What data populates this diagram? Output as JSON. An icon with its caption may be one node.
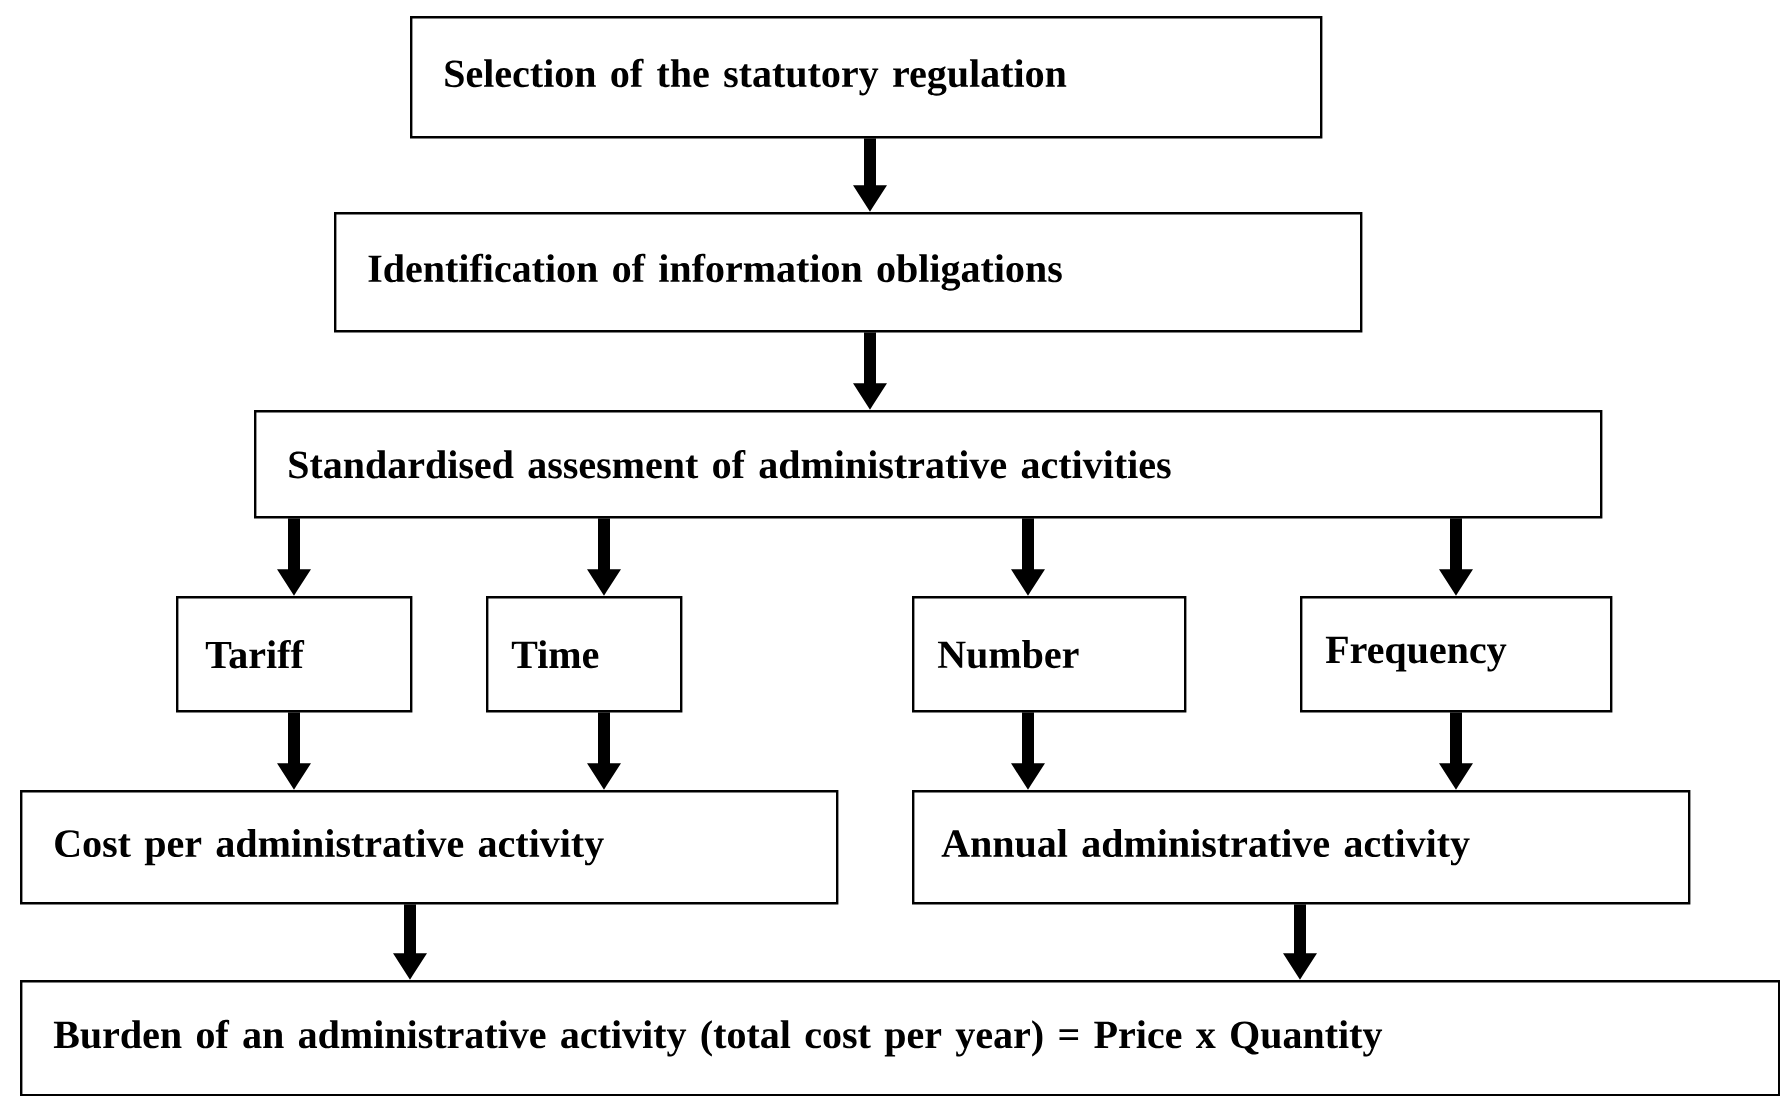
{
  "diagram": {
    "nodes": [
      {
        "text": [
          "Selection of the statutory regulation"
        ]
      },
      {
        "text": [
          "Identification of information obligations"
        ]
      },
      {
        "text": [
          "Standardised assesment of administrative activities"
        ]
      },
      {
        "text": [
          "Tariff"
        ]
      },
      {
        "text": [
          "Time"
        ]
      },
      {
        "text": [
          "Number"
        ]
      },
      {
        "text": [
          "Frequency"
        ]
      },
      {
        "text": [
          "Cost per administrative activity"
        ]
      },
      {
        "text": [
          "Annual administrative activity"
        ]
      },
      {
        "text": [
          "Burden of an administrative activity (total cost per year) = Price x Quantity"
        ]
      }
    ],
    "edges": [
      {
        "from": 0,
        "to": 1,
        "arrow": "to"
      },
      {
        "from": 1,
        "to": 2,
        "arrow": "to"
      },
      {
        "from": 2,
        "to": 3,
        "arrow": "to"
      },
      {
        "from": 2,
        "to": 4,
        "arrow": "to"
      },
      {
        "from": 2,
        "to": 5,
        "arrow": "to"
      },
      {
        "from": 2,
        "to": 6,
        "arrow": "to"
      },
      {
        "from": 3,
        "to": 7,
        "arrow": "to"
      },
      {
        "from": 4,
        "to": 7,
        "arrow": "to"
      },
      {
        "from": 5,
        "to": 8,
        "arrow": "to"
      },
      {
        "from": 6,
        "to": 8,
        "arrow": "to"
      },
      {
        "from": 7,
        "to": 9,
        "arrow": "to"
      },
      {
        "from": 8,
        "to": 9,
        "arrow": "to"
      }
    ]
  }
}
